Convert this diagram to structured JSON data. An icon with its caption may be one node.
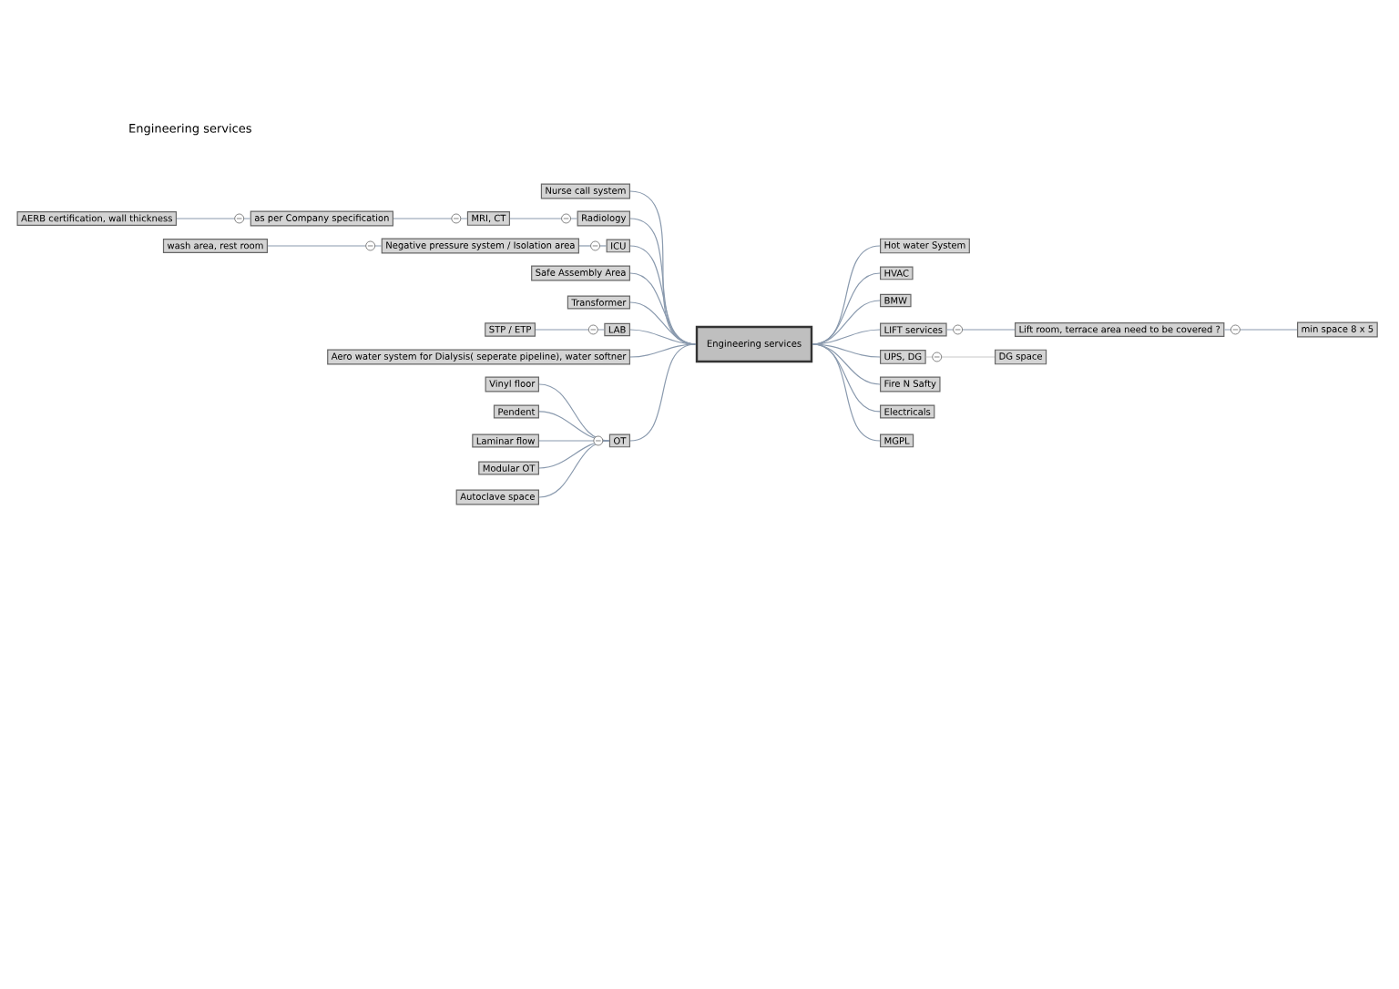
{
  "diagram": {
    "title": "Engineering services",
    "nodes": [
      {
        "text": [
          "Engineering services"
        ]
      },
      {
        "text": [
          "Nurse call system"
        ]
      },
      {
        "text": [
          "Radiology"
        ]
      },
      {
        "text": [
          "MRI, CT"
        ]
      },
      {
        "text": [
          "as per Company specification"
        ]
      },
      {
        "text": [
          "AERB certification, wall thickness"
        ]
      },
      {
        "text": [
          "ICU"
        ]
      },
      {
        "text": [
          "Negative pressure system / Isolation area"
        ]
      },
      {
        "text": [
          "wash area, rest room"
        ]
      },
      {
        "text": [
          "Safe Assembly Area"
        ]
      },
      {
        "text": [
          "Transformer"
        ]
      },
      {
        "text": [
          "LAB"
        ]
      },
      {
        "text": [
          "STP / ETP"
        ]
      },
      {
        "text": [
          "Aero water system for Dialysis( seperate pipeline), water softner"
        ]
      },
      {
        "text": [
          "OT"
        ]
      },
      {
        "text": [
          "Vinyl floor"
        ]
      },
      {
        "text": [
          "Pendent"
        ]
      },
      {
        "text": [
          "Laminar flow"
        ]
      },
      {
        "text": [
          "Modular OT"
        ]
      },
      {
        "text": [
          "Autoclave space"
        ]
      },
      {
        "text": [
          "Hot water System"
        ]
      },
      {
        "text": [
          "HVAC"
        ]
      },
      {
        "text": [
          "BMW"
        ]
      },
      {
        "text": [
          "LIFT services"
        ]
      },
      {
        "text": [
          "Lift room, terrace area need to be covered ?"
        ]
      },
      {
        "text": [
          "min space 8 x 5"
        ]
      },
      {
        "text": [
          "UPS, DG"
        ]
      },
      {
        "text": [
          "DG space"
        ]
      },
      {
        "text": [
          "Fire N Safty"
        ]
      },
      {
        "text": [
          "Electricals"
        ]
      },
      {
        "text": [
          "MGPL"
        ]
      }
    ],
    "edges": [
      {
        "from": 0,
        "to": 1,
        "arrow": "none"
      },
      {
        "from": 0,
        "to": 2,
        "arrow": "none"
      },
      {
        "from": 2,
        "to": 3,
        "arrow": "none"
      },
      {
        "from": 3,
        "to": 4,
        "arrow": "none"
      },
      {
        "from": 4,
        "to": 5,
        "arrow": "none"
      },
      {
        "from": 0,
        "to": 6,
        "arrow": "none"
      },
      {
        "from": 6,
        "to": 7,
        "arrow": "none"
      },
      {
        "from": 7,
        "to": 8,
        "arrow": "none"
      },
      {
        "from": 0,
        "to": 9,
        "arrow": "none"
      },
      {
        "from": 0,
        "to": 10,
        "arrow": "none"
      },
      {
        "from": 0,
        "to": 11,
        "arrow": "none"
      },
      {
        "from": 11,
        "to": 12,
        "arrow": "none"
      },
      {
        "from": 0,
        "to": 13,
        "arrow": "none"
      },
      {
        "from": 0,
        "to": 14,
        "arrow": "none"
      },
      {
        "from": 14,
        "to": 15,
        "arrow": "none"
      },
      {
        "from": 14,
        "to": 16,
        "arrow": "none"
      },
      {
        "from": 14,
        "to": 17,
        "arrow": "none"
      },
      {
        "from": 14,
        "to": 18,
        "arrow": "none"
      },
      {
        "from": 14,
        "to": 19,
        "arrow": "none"
      },
      {
        "from": 0,
        "to": 20,
        "arrow": "none"
      },
      {
        "from": 0,
        "to": 21,
        "arrow": "none"
      },
      {
        "from": 0,
        "to": 22,
        "arrow": "none"
      },
      {
        "from": 0,
        "to": 23,
        "arrow": "none"
      },
      {
        "from": 23,
        "to": 24,
        "arrow": "none"
      },
      {
        "from": 24,
        "to": 25,
        "arrow": "none"
      },
      {
        "from": 0,
        "to": 26,
        "arrow": "none"
      },
      {
        "from": 26,
        "to": 27,
        "arrow": "none",
        "color": "#c8c8c8"
      },
      {
        "from": 0,
        "to": 28,
        "arrow": "none"
      },
      {
        "from": 0,
        "to": 29,
        "arrow": "none"
      },
      {
        "from": 0,
        "to": 30,
        "arrow": "none"
      }
    ]
  }
}
